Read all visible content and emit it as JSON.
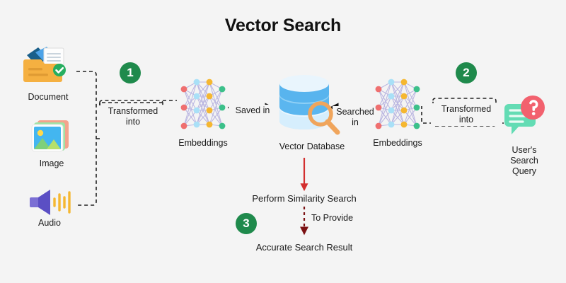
{
  "page": {
    "title": "Vector Search",
    "background_color": "#f4f4f4",
    "accent_green": "#1f8a4c",
    "arrow_red": "#d32f2f",
    "arrow_darkred": "#7b1113"
  },
  "sources": [
    {
      "id": "document",
      "label": "Document",
      "icon": "document-folder-check-icon"
    },
    {
      "id": "image",
      "label": "Image",
      "icon": "image-photo-icon"
    },
    {
      "id": "audio",
      "label": "Audio",
      "icon": "audio-speaker-icon"
    }
  ],
  "badges": [
    {
      "id": "step-1",
      "number": "1"
    },
    {
      "id": "step-2",
      "number": "2"
    },
    {
      "id": "step-3",
      "number": "3"
    }
  ],
  "nodes": {
    "embeddings_left": {
      "label": "Embeddings",
      "icon": "neural-network-icon"
    },
    "vector_database": {
      "label": "Vector Database",
      "icon": "database-magnifier-icon"
    },
    "embeddings_right": {
      "label": "Embeddings",
      "icon": "neural-network-icon"
    },
    "user_query": {
      "label": "User's\nSearch\nQuery",
      "line1": "User's",
      "line2": "Search",
      "line3": "Query",
      "icon": "speech-bubble-question-icon"
    },
    "similarity_search": {
      "label": "Perform Similarity Search"
    },
    "result": {
      "label": "Accurate Search Result"
    }
  },
  "edges": {
    "sources_to_embeddings": {
      "label_line1": "Transformed",
      "label_line2": "into",
      "style": "dashed"
    },
    "embeddings_to_db": {
      "label": "Saved in",
      "style": "dashed-arrow"
    },
    "db_to_embeddings_right": {
      "label_line1": "Searched",
      "label_line2": "in",
      "style": "dashed-arrow"
    },
    "query_to_embeddings_right": {
      "label_line1": "Transformed",
      "label_line2": "into",
      "style": "dashed"
    },
    "db_to_similarity": {
      "label": "",
      "style": "solid-arrow",
      "color": "#d32f2f"
    },
    "similarity_to_result": {
      "label": "To Provide",
      "style": "dashed-arrow",
      "color": "#7b1113"
    }
  }
}
